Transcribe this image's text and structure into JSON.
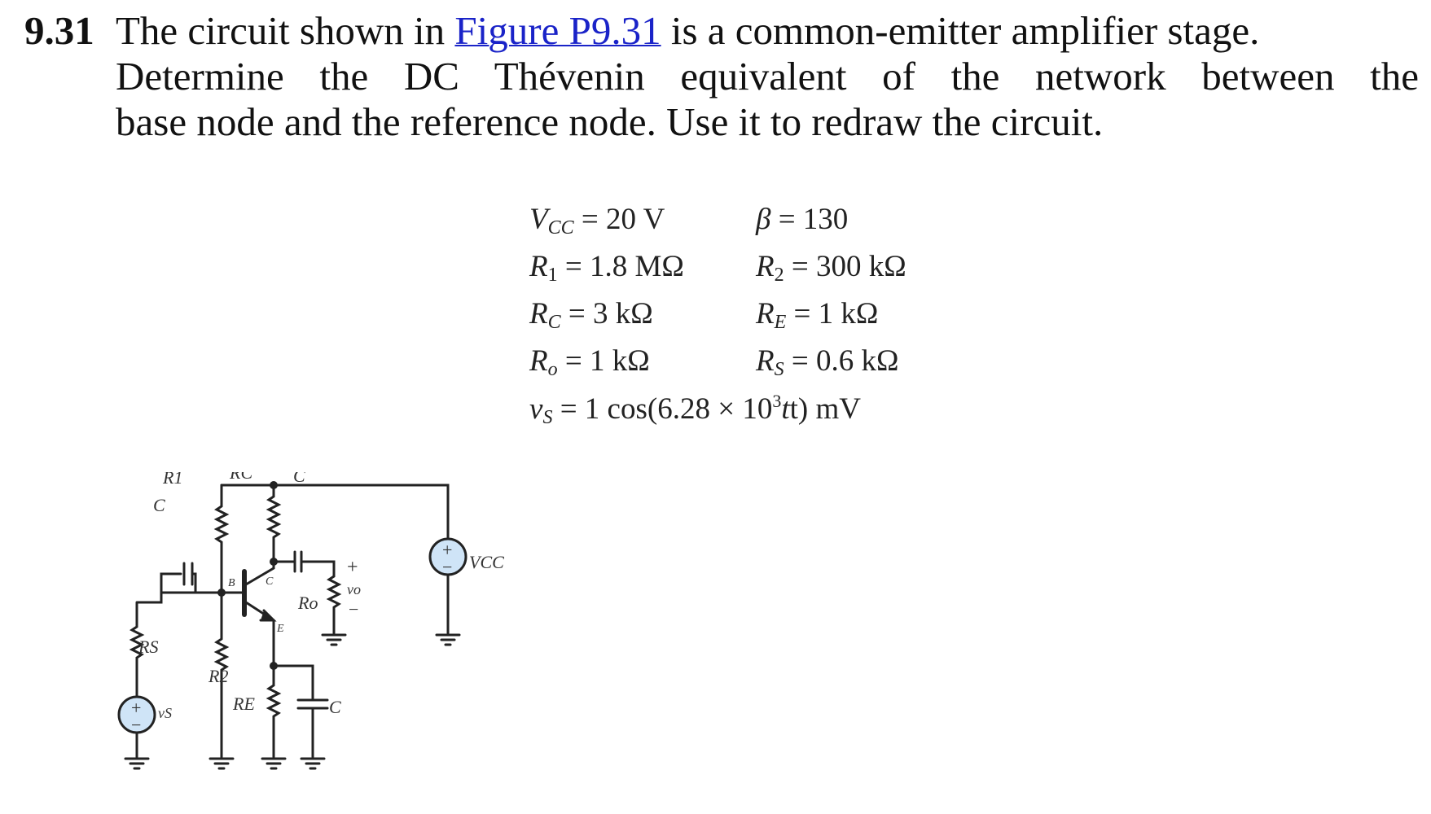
{
  "problem": {
    "number": "9.31",
    "text_before_link": "The circuit shown in ",
    "link_text": "Figure P9.31",
    "text_after_link": " is a common-emitter amplifier stage.",
    "line2": "Determine the DC Thévenin equivalent of the network between the",
    "line3": "base node and the reference node. Use it to redraw the circuit."
  },
  "parameters": {
    "vcc": {
      "symbol": "V",
      "sub": "CC",
      "eq": "= 20 V"
    },
    "beta": {
      "symbol": "β",
      "eq": "= 130"
    },
    "r1": {
      "symbol": "R",
      "sub": "1",
      "eq": "= 1.8 MΩ"
    },
    "r2": {
      "symbol": "R",
      "sub": "2",
      "eq": "= 300 kΩ"
    },
    "rc": {
      "symbol": "R",
      "sub": "C",
      "eq": "= 3 kΩ"
    },
    "re": {
      "symbol": "R",
      "sub": "E",
      "eq": "= 1 kΩ"
    },
    "ro": {
      "symbol": "R",
      "sub": "o",
      "eq": "= 1 kΩ"
    },
    "rs": {
      "symbol": "R",
      "sub": "S",
      "eq": "= 0.6 kΩ"
    },
    "vs": {
      "symbol": "v",
      "sub": "S",
      "eq_before": "= 1 cos(6.28 × 10",
      "exp": "3",
      "eq_after": "t) mV"
    }
  },
  "circuit_labels": {
    "r1": "R1",
    "r2": "R2",
    "rc": "RC",
    "re": "RE",
    "rs": "RS",
    "ro": "Ro",
    "c_in": "C",
    "c_out": "C",
    "c_e": "C",
    "vs": "vS",
    "vcc": "VCC",
    "vo": "vo",
    "base": "B",
    "collector": "C",
    "emitter": "E",
    "plus": "+",
    "minus": "−"
  },
  "colors": {
    "link": "#1a23c8",
    "source_fill": "#cfe4f7"
  }
}
